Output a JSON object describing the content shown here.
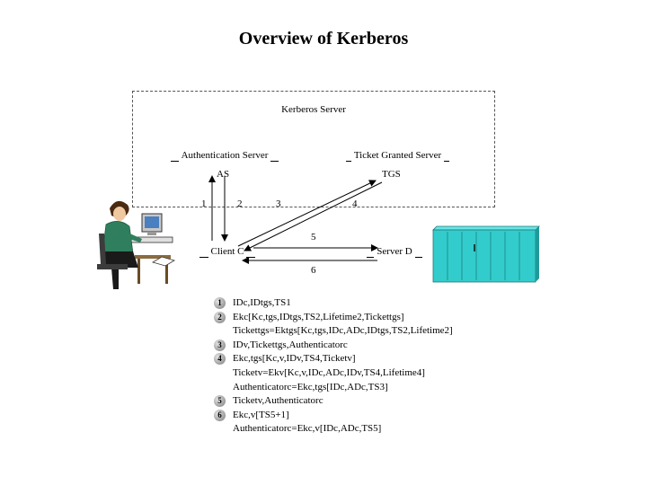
{
  "title": "Overview of Kerberos",
  "kerberos_server": {
    "label": "Kerberos Server"
  },
  "nodes": {
    "auth_server": {
      "name": "Authentication Server",
      "abbr": "AS"
    },
    "tgs": {
      "name": "Ticket Granted Server",
      "abbr": "TGS"
    },
    "client": {
      "name": "Client C"
    },
    "server": {
      "name": "Server D"
    }
  },
  "arrow_labels": [
    "1",
    "2",
    "3",
    "4",
    "5",
    "6"
  ],
  "steps": [
    {
      "num": "1",
      "text": "IDc,IDtgs,TS1"
    },
    {
      "num": "2",
      "text": "Ekc[Kc,tgs,IDtgs,TS2,Lifetime2,Tickettgs]"
    },
    {
      "num": "",
      "text": "Tickettgs=Ektgs[Kc,tgs,IDc,ADc,IDtgs,TS2,Lifetime2]"
    },
    {
      "num": "3",
      "text": "IDv,Tickettgs,Authenticatorc"
    },
    {
      "num": "4",
      "text": "Ekc,tgs[Kc,v,IDv,TS4,Ticketv]"
    },
    {
      "num": "",
      "text": "Ticketv=Ekv[Kc,v,IDc,ADc,IDv,TS4,Lifetime4]"
    },
    {
      "num": "",
      "text": "Authenticatorc=Ekc,tgs[IDc,ADc,TS3]"
    },
    {
      "num": "5",
      "text": "Ticketv,Authenticatorc"
    },
    {
      "num": "6",
      "text": "Ekc,v[TS5+1]"
    },
    {
      "num": "",
      "text": "Authenticatorc=Ekc,v[IDc,ADc,TS5]"
    }
  ]
}
